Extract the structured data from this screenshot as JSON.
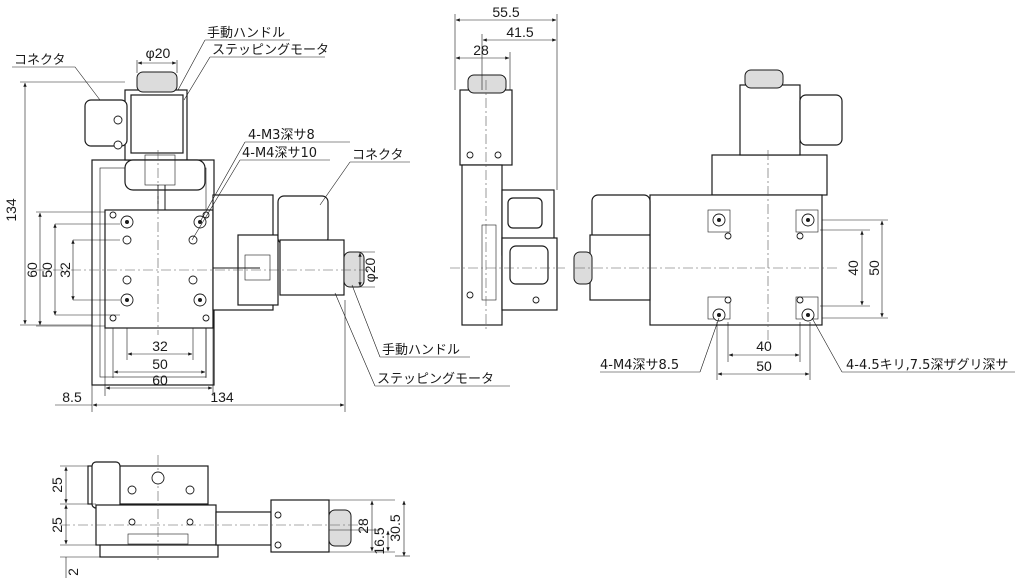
{
  "dims": {
    "height_134": "134",
    "h60": "60",
    "h50": "50",
    "h32": "32",
    "b32": "32",
    "b50": "50",
    "b60": "60",
    "b8_5": "8.5",
    "b134": "134",
    "phi20_top": "φ20",
    "phi20_right": "φ20",
    "side_55_5": "55.5",
    "side_41_5": "41.5",
    "side_28": "28",
    "r40v": "40",
    "r50v": "50",
    "r40h": "40",
    "r50h": "50",
    "f25a": "25",
    "f25b": "25",
    "f2": "2",
    "f28": "28",
    "f16_5": "16.5",
    "f30_5": "30.5"
  },
  "callouts": {
    "connector_left": "コネクタ",
    "handle_top": "手動ハンドル",
    "motor_top": "ステッピングモータ",
    "m3": "4-M3深サ8",
    "m4": "4-M4深サ10",
    "connector_right": "コネクタ",
    "handle_bottom": "手動ハンドル",
    "motor_bottom": "ステッピングモータ",
    "m4_8_5": "4-M4深サ8.5",
    "counterbore": "4-4.5キリ,7.5深ザグリ深サ"
  }
}
